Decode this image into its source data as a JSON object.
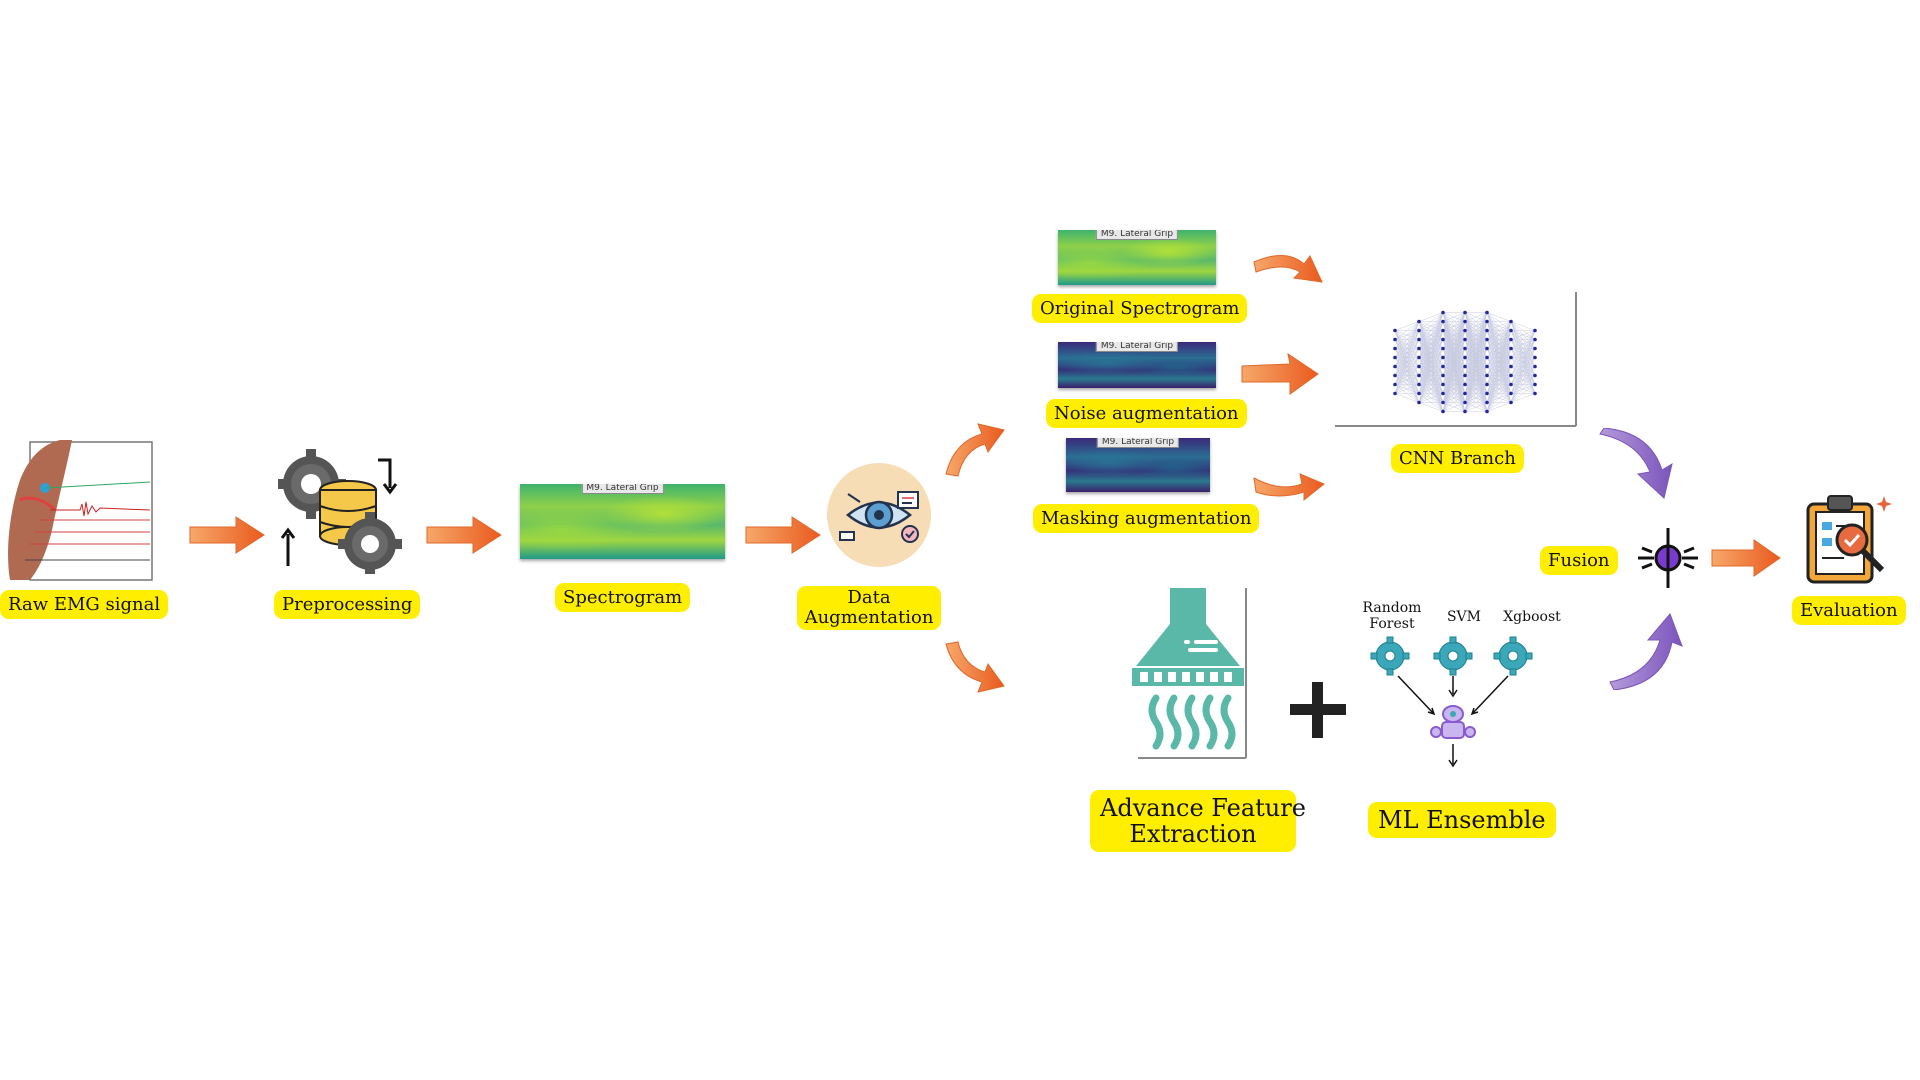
{
  "labels": {
    "raw_emg": "Raw EMG signal",
    "preprocessing": "Preprocessing",
    "spectrogram": "Spectrogram",
    "data_augmentation_line1": "Data",
    "data_augmentation_line2": "Augmentation",
    "original_spectrogram": "Original Spectrogram",
    "noise_augmentation": "Noise augmentation",
    "masking_augmentation": "Masking augmentation",
    "cnn_branch": "CNN Branch",
    "fusion": "Fusion",
    "evaluation": "Evaluation",
    "advance_feature_line1": "Advance Feature",
    "advance_feature_line2": "Extraction",
    "ml_ensemble": "ML Ensemble"
  },
  "spectrogram_tags": {
    "main": "M9. Lateral Grip",
    "original": "M9. Lateral Grip",
    "noise": "M9. Lateral Grip",
    "masking": "M9. Lateral Grip"
  },
  "ensemble_models": {
    "random_forest_line1": "Random",
    "random_forest_line2": "Forest",
    "svm": "SVM",
    "xgboost": "Xgboost"
  },
  "icons": [
    "arm-emg-icon",
    "gears-database-icon",
    "eye-analysis-icon",
    "neural-network-icon",
    "filter-extraction-icon",
    "plus-icon",
    "gear-icon",
    "ensemble-robot-icon",
    "fusion-node-icon",
    "clipboard-evaluation-icon"
  ],
  "colors": {
    "label_bg": "#ffee00",
    "orange_arrow": "#f07a3a",
    "purple_arrow": "#8f6fc4",
    "teal": "#55b7a8"
  }
}
